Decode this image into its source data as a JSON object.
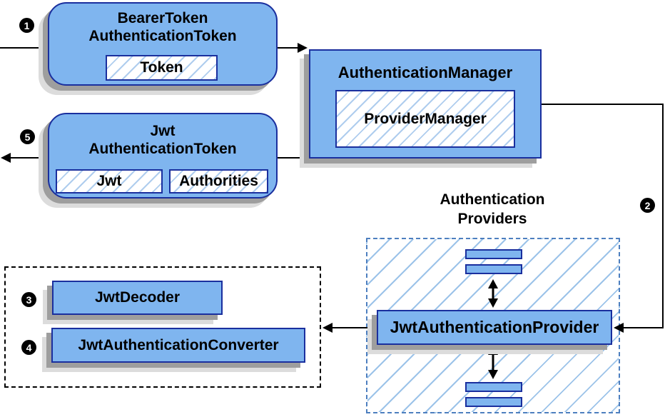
{
  "diagram": {
    "steps": {
      "one": "1",
      "two": "2",
      "three": "3",
      "four": "4",
      "five": "5"
    },
    "bearer_token_box": {
      "title_line1": "BearerToken",
      "title_line2": "AuthenticationToken",
      "field": "Token"
    },
    "authentication_manager_box": {
      "title": "AuthenticationManager",
      "implementation": "ProviderManager"
    },
    "jwt_token_box": {
      "title_line1": "Jwt",
      "title_line2": "AuthenticationToken",
      "field_jwt": "Jwt",
      "field_authorities": "Authorities"
    },
    "providers_group": {
      "label_line1": "Authentication",
      "label_line2": "Providers",
      "provider_box": "JwtAuthenticationProvider"
    },
    "decoder_box": {
      "label": "JwtDecoder"
    },
    "converter_box": {
      "label": "JwtAuthenticationConverter"
    },
    "colors": {
      "box_fill": "#7FB5EF",
      "box_border": "#1A2F9E",
      "hatch_line": "#AFCDEE",
      "region_hatch_line": "#9CC3E9",
      "providers_dashed_border": "#4D7FBF",
      "group_dashed_border": "#000000",
      "shadow_dark": "#9E9E9E",
      "shadow_light": "#DCDCDC",
      "connector": "#000000",
      "step_badge_bg": "#000000",
      "step_badge_text": "#FFFFFF"
    }
  }
}
